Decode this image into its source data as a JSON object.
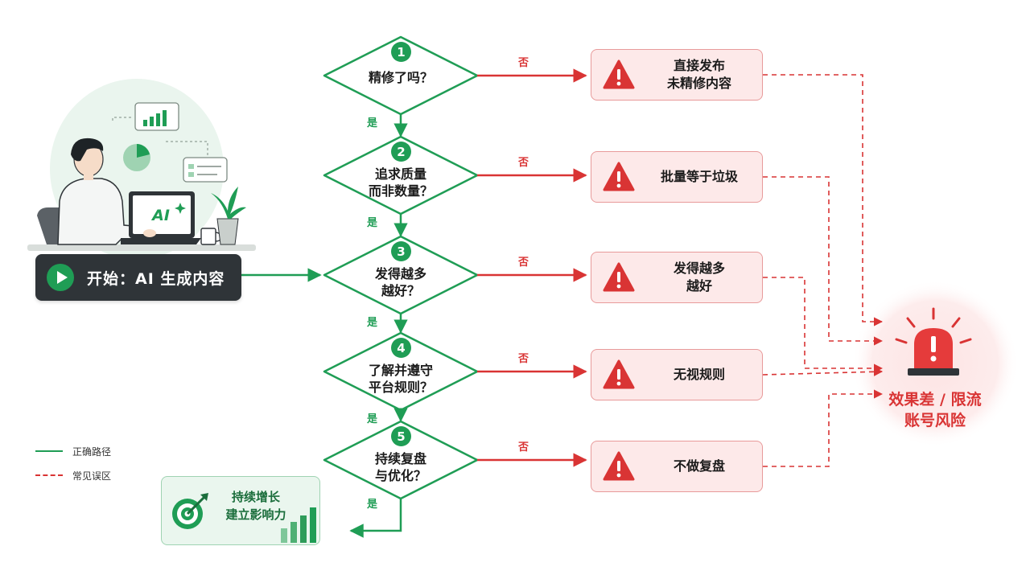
{
  "start": {
    "label": "开始：AI 生成内容",
    "icon": "play-icon"
  },
  "illustration": {
    "screen_text": "AI"
  },
  "decisions": [
    {
      "number": "1",
      "lines": [
        "精修了吗？"
      ],
      "yes": "是",
      "no": "否",
      "error_lines": [
        "直接发布",
        "未精修内容"
      ]
    },
    {
      "number": "2",
      "lines": [
        "追求质量",
        "而非数量？"
      ],
      "yes": "是",
      "no": "否",
      "error_lines": [
        "批量等于垃圾"
      ]
    },
    {
      "number": "3",
      "lines": [
        "发得越多",
        "越好？"
      ],
      "yes": "是",
      "no": "否",
      "error_lines": [
        "发得越多",
        "越好"
      ]
    },
    {
      "number": "4",
      "lines": [
        "了解并遵守",
        "平台规则？"
      ],
      "yes": "是",
      "no": "否",
      "error_lines": [
        "无视规则"
      ]
    },
    {
      "number": "5",
      "lines": [
        "持续复盘",
        "与优化？"
      ],
      "yes": "是",
      "no": "否",
      "error_lines": [
        "不做复盘"
      ]
    }
  ],
  "danger": {
    "lines": [
      "效果差 / 限流",
      "账号风险"
    ],
    "icon": "alarm-siren-icon"
  },
  "result": {
    "lines": [
      "持续增长",
      "建立影响力"
    ],
    "icon": "target-icon"
  },
  "legend": [
    {
      "label": "正确路径",
      "style": "solid"
    },
    {
      "label": "常见误区",
      "style": "dashed"
    }
  ],
  "colors": {
    "correct": "#1f9d55",
    "mistake": "#d93434",
    "error_fill": "#fde9e9",
    "danger_glow": "#fde3e3",
    "start_box": "#2f3438"
  }
}
